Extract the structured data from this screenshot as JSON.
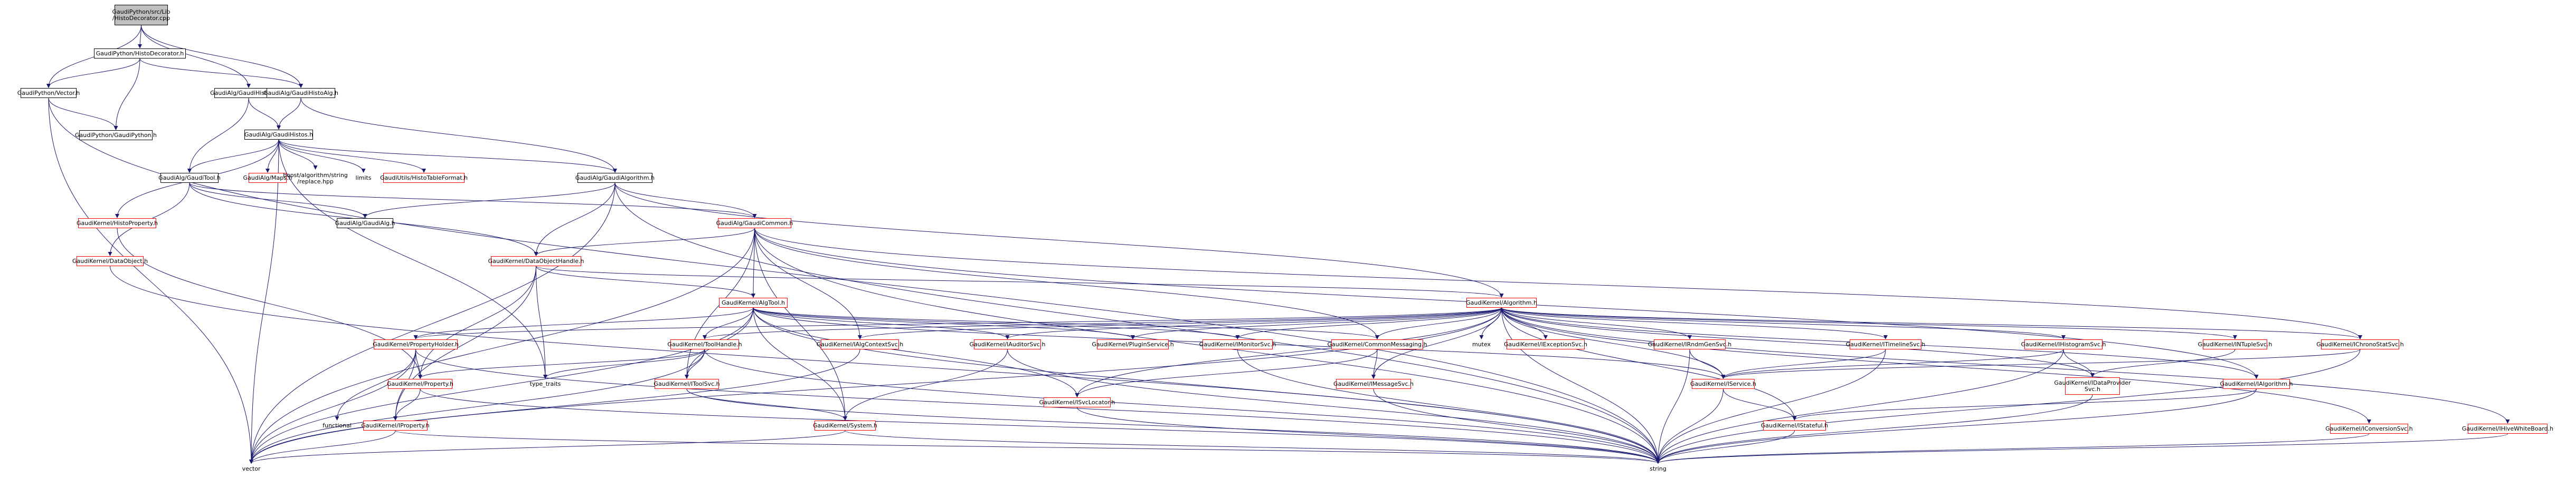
{
  "colors": {
    "edge": "#191970",
    "background": "#ffffff",
    "root_fill": "#bfbfbf",
    "missing_border": "#ff0000"
  },
  "nodes": [
    {
      "id": "root",
      "label": "GaudiPython/src/Lib\n/HistoDecorator.cpp",
      "kind": "root"
    },
    {
      "id": "histodec",
      "label": "GaudiPython/HistoDecorator.h",
      "kind": "doc"
    },
    {
      "id": "gphvector",
      "label": "GaudiPython/Vector.h",
      "kind": "doc"
    },
    {
      "id": "gphgp",
      "label": "GaudiPython/GaudiPython.h",
      "kind": "doc"
    },
    {
      "id": "histotool",
      "label": "GaudiAlg/GaudiHistoTool.h",
      "kind": "doc"
    },
    {
      "id": "histoalg",
      "label": "GaudiAlg/GaudiHistoAlg.h",
      "kind": "doc"
    },
    {
      "id": "gaudihistos",
      "label": "GaudiAlg/GaudiHistos.h",
      "kind": "doc"
    },
    {
      "id": "gauditool",
      "label": "GaudiAlg/GaudiTool.h",
      "kind": "doc"
    },
    {
      "id": "maps",
      "label": "GaudiAlg/Maps.h",
      "kind": "missing"
    },
    {
      "id": "boostalgo",
      "label": "boost/algorithm/string\n/replace.hpp",
      "kind": "ext"
    },
    {
      "id": "limits",
      "label": "limits",
      "kind": "ext"
    },
    {
      "id": "tableformat",
      "label": "GaudiUtils/HistoTableFormat.h",
      "kind": "missing"
    },
    {
      "id": "gaudialgorithm",
      "label": "GaudiAlg/GaudiAlgorithm.h",
      "kind": "doc"
    },
    {
      "id": "histoproperty",
      "label": "GaudiKernel/HistoProperty.h",
      "kind": "missing"
    },
    {
      "id": "gaudialg",
      "label": "GaudiAlg/GaudiAlg.h",
      "kind": "doc"
    },
    {
      "id": "gaudicommon",
      "label": "GaudiAlg/GaudiCommon.h",
      "kind": "missing"
    },
    {
      "id": "dataobject",
      "label": "GaudiKernel/DataObject.h",
      "kind": "missing"
    },
    {
      "id": "dataobjhandle",
      "label": "GaudiKernel/DataObjectHandle.h",
      "kind": "missing"
    },
    {
      "id": "algtool",
      "label": "GaudiKernel/AlgTool.h",
      "kind": "missing"
    },
    {
      "id": "algorithm",
      "label": "GaudiKernel/Algorithm.h",
      "kind": "missing"
    },
    {
      "id": "propertyholder",
      "label": "GaudiKernel/PropertyHolder.h",
      "kind": "missing"
    },
    {
      "id": "toolhandle",
      "label": "GaudiKernel/ToolHandle.h",
      "kind": "missing"
    },
    {
      "id": "algcontextsvc",
      "label": "GaudiKernel/IAlgContextSvc.h",
      "kind": "missing"
    },
    {
      "id": "auditorsvc",
      "label": "GaudiKernel/IAuditorSvc.h",
      "kind": "missing"
    },
    {
      "id": "pluginservice",
      "label": "GaudiKernel/PluginService.h",
      "kind": "missing"
    },
    {
      "id": "monitorsvc",
      "label": "GaudiKernel/IMonitorSvc.h",
      "kind": "missing"
    },
    {
      "id": "commonmessaging",
      "label": "GaudiKernel/CommonMessaging.h",
      "kind": "missing"
    },
    {
      "id": "mutex",
      "label": "mutex",
      "kind": "ext"
    },
    {
      "id": "exceptionsvc",
      "label": "GaudiKernel/IExceptionSvc.h",
      "kind": "missing"
    },
    {
      "id": "rndmgensvc",
      "label": "GaudiKernel/IRndmGenSvc.h",
      "kind": "missing"
    },
    {
      "id": "timelinesvc",
      "label": "GaudiKernel/ITimelineSvc.h",
      "kind": "missing"
    },
    {
      "id": "histogramsvc",
      "label": "GaudiKernel/IHistogramSvc.h",
      "kind": "missing"
    },
    {
      "id": "ntuplesvc",
      "label": "GaudiKernel/INTupleSvc.h",
      "kind": "missing"
    },
    {
      "id": "chronostatsvc",
      "label": "GaudiKernel/IChronoStatSvc.h",
      "kind": "missing"
    },
    {
      "id": "property",
      "label": "GaudiKernel/Property.h",
      "kind": "missing"
    },
    {
      "id": "functional",
      "label": "functional",
      "kind": "ext"
    },
    {
      "id": "iproperty",
      "label": "GaudiKernel/IProperty.h",
      "kind": "missing"
    },
    {
      "id": "typeinfo",
      "label": "type_traits",
      "kind": "ext"
    },
    {
      "id": "itoolsvc",
      "label": "GaudiKernel/IToolSvc.h",
      "kind": "missing"
    },
    {
      "id": "isvclocator",
      "label": "GaudiKernel/ISvcLocator.h",
      "kind": "missing"
    },
    {
      "id": "isystem",
      "label": "GaudiKernel/System.h",
      "kind": "missing"
    },
    {
      "id": "imessagesvc",
      "label": "GaudiKernel/IMessageSvc.h",
      "kind": "missing"
    },
    {
      "id": "iservice",
      "label": "GaudiKernel/IService.h",
      "kind": "missing"
    },
    {
      "id": "idataprovider",
      "label": "GaudiKernel/IDataProvider\nSvc.h",
      "kind": "missing"
    },
    {
      "id": "ialgorithm",
      "label": "GaudiKernel/IAlgorithm.h",
      "kind": "missing"
    },
    {
      "id": "istatefull",
      "label": "GaudiKernel/IStateful.h",
      "kind": "missing"
    },
    {
      "id": "iconversionsvc",
      "label": "GaudiKernel/IConversionSvc.h",
      "kind": "missing"
    },
    {
      "id": "hivewhiteboard",
      "label": "GaudiKernel/IHiveWhiteBoard.h",
      "kind": "missing"
    },
    {
      "id": "vector",
      "label": "vector",
      "kind": "ext"
    },
    {
      "id": "string",
      "label": "string",
      "kind": "ext"
    }
  ]
}
